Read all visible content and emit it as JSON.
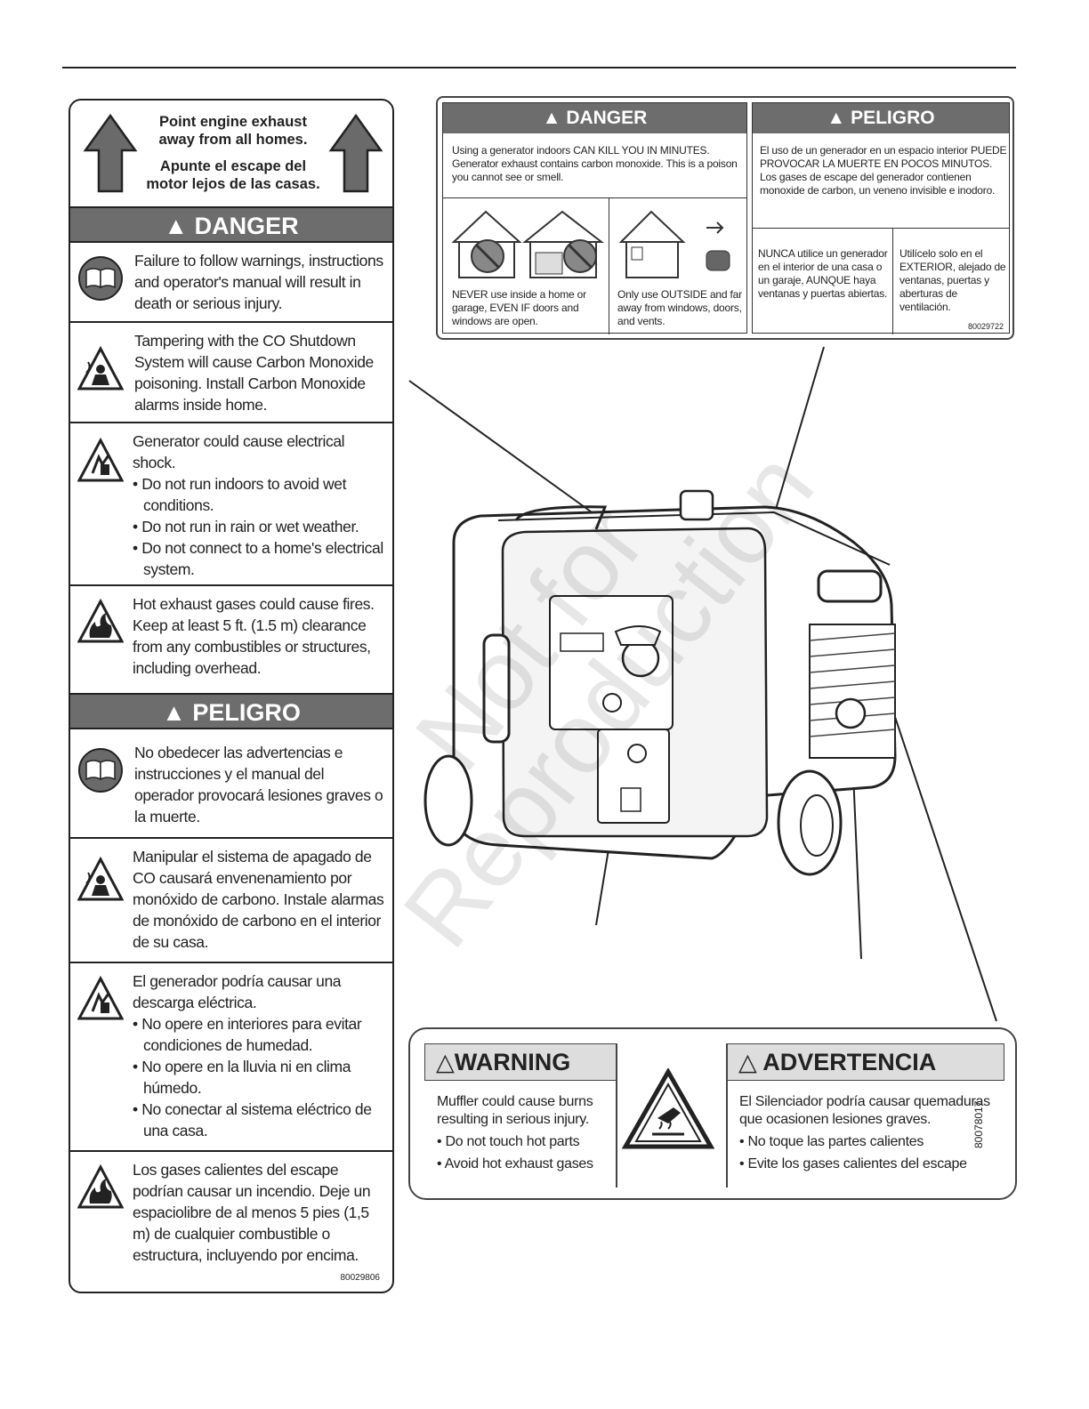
{
  "left_label": {
    "exhaust_en": "Point engine exhaust away from all homes.",
    "exhaust_es": "Apunte el escape del motor lejos de las casas.",
    "danger_header": "DANGER",
    "danger_items": [
      "Failure to follow warnings, instructions and operator's manual will result in death or serious injury.",
      "Tampering with the CO Shutdown System will cause Carbon Monoxide poisoning. Install Carbon Monoxide alarms inside home."
    ],
    "shock_en": {
      "intro": "Generator could cause electrical shock.",
      "bullets": [
        "Do not run indoors to avoid wet conditions.",
        "Do not run in rain or wet weather.",
        "Do not connect to a home's electrical system."
      ]
    },
    "fire_en": "Hot exhaust gases could cause fires. Keep at least 5 ft. (1.5 m) clearance from any combustibles or structures, including overhead.",
    "peligro_header": "PELIGRO",
    "peligro_items": [
      "No obedecer las advertencias e instrucciones y el manual del operador provocará lesiones graves o la muerte.",
      "Manipular el sistema de apagado de CO causará envenenamiento por monóxido de carbono. Instale alarmas de monóxido de carbono en el interior de su casa."
    ],
    "shock_es": {
      "intro": "El generador podría causar una descarga eléctrica.",
      "bullets": [
        "No opere en interiores para evitar condiciones de humedad.",
        "No opere en la lluvia ni en clima húmedo.",
        "No conectar al sistema eléctrico de una casa."
      ]
    },
    "fire_es": "Los gases calientes del escape podrían causar un incendio. Deje un espaciolibre de al menos 5 pies (1,5 m) de cualquier combustible o estructura, incluyendo por encima.",
    "part_number": "80029806"
  },
  "top_label": {
    "danger_header": "DANGER",
    "danger_text": "Using a generator indoors CAN KILL YOU IN MINUTES. Generator exhaust contains carbon monoxide. This is a poison you cannot see or smell.",
    "never_text": "NEVER use inside a home or garage, EVEN IF doors and windows are open.",
    "only_text": "Only use OUTSIDE and far away from windows, doors, and vents.",
    "peligro_header": "PELIGRO",
    "peligro_text": "El uso de un generador en un espacio interior PUEDE PROVOCAR LA MUERTE EN POCOS MINUTOS. Los gases de escape del generador contienen monoxide de carbon, un veneno invisible e inodoro.",
    "nunca_text": "NUNCA utilice un generador en el interior de una casa o un garaje, AUNQUE haya ventanas y puertas abiertas.",
    "utilicelo_text": "Utilícelo solo en el EXTERIOR, alejado de ventanas, puertas y aberturas de ventilación.",
    "part_number": "80029722"
  },
  "bottom_label": {
    "warning_header": "WARNING",
    "warning_intro": "Muffler could cause burns resulting in serious injury.",
    "warning_bullets": [
      "Do not touch hot parts",
      "Avoid hot exhaust gases"
    ],
    "advertencia_header": "ADVERTENCIA",
    "advertencia_intro": "El Silenciador podría causar quemaduras que ocasionen lesiones graves.",
    "advertencia_bullets": [
      "No toque las partes calientes",
      "Evite los gases calientes del escape"
    ],
    "part_number": "80078017"
  },
  "watermark": "Not for Reproduction"
}
